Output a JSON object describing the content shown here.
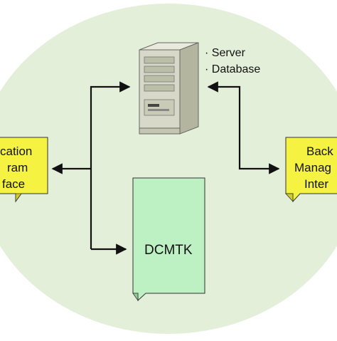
{
  "colors": {
    "background_ellipse": "#e4efda",
    "application_box": "#f5f241",
    "backend_box": "#f5f241",
    "dcmtk_box": "#bdf0c2",
    "server_body": "#d7d8c7",
    "server_panel": "#bcbfa8",
    "arrow": "#111111"
  },
  "server": {
    "icon": "server-tower-icon",
    "labels": [
      "· Server",
      "· Database"
    ]
  },
  "application_interface": {
    "lines": [
      "cation",
      "ram",
      "face"
    ]
  },
  "backend_interface": {
    "lines": [
      "Back",
      "Manag",
      "Inter"
    ]
  },
  "dcmtk": {
    "label": "DCMTK"
  }
}
